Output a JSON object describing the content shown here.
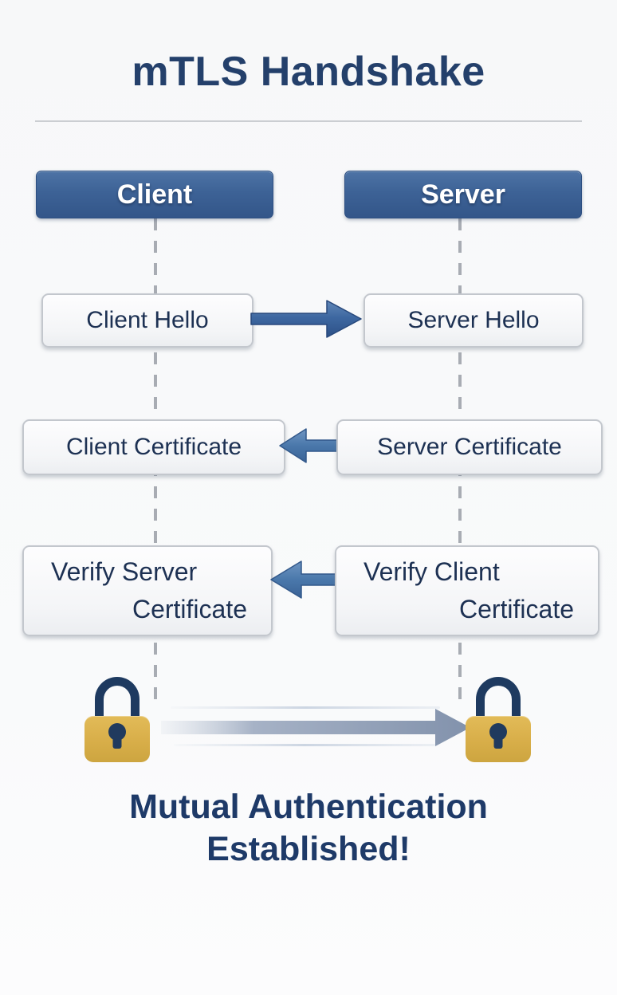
{
  "title": "mTLS Handshake",
  "actors": {
    "client": "Client",
    "server": "Server"
  },
  "rows": [
    {
      "left": "Client Hello",
      "right": "Server Hello",
      "arrow_direction": "right"
    },
    {
      "left": "Client Certificate",
      "right": "Server Certificate",
      "arrow_direction": "left"
    },
    {
      "left_line1": "Verify Server",
      "left_line2": "Certificate",
      "right_line1": "Verify Client",
      "right_line2": "Certificate",
      "arrow_direction": "left"
    }
  ],
  "mutual_arrow_direction": "right",
  "footer": {
    "line1": "Mutual Authentication",
    "line2": "Established!"
  },
  "colors": {
    "title_navy": "#24406b",
    "header_blue_top": "#4d73a5",
    "header_blue_bottom": "#335689",
    "message_arrow_blue": "#3e68a1",
    "mutual_arrow_gray": "#8292ac",
    "lock_gold": "#d8ae49",
    "lock_navy": "#1e3a60",
    "box_border_gray": "#c3c7cd",
    "lifeline_gray": "#a8acb3"
  }
}
